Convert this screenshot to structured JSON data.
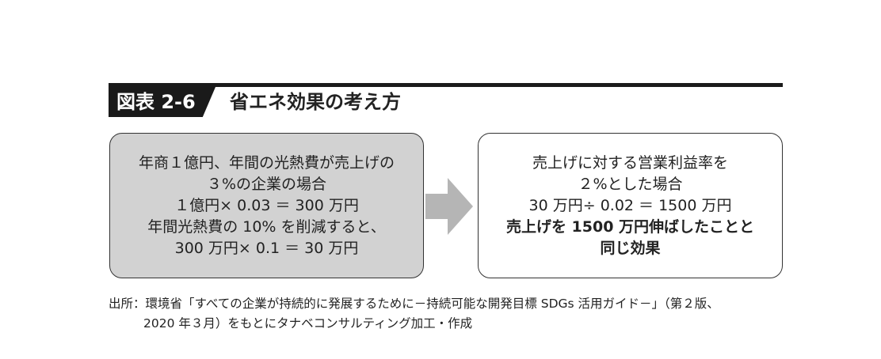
{
  "header": {
    "label": "図表 2-6",
    "title": "省エネ効果の考え方"
  },
  "left_box": {
    "lines": [
      "年商１億円、年間の光熱費が売上げの",
      "３%の企業の場合",
      "１億円× 0.03 ＝ 300 万円",
      "年間光熱費の 10% を削減すると、",
      "300 万円× 0.1 ＝ 30 万円"
    ]
  },
  "right_box": {
    "lines": [
      "売上げに対する営業利益率を",
      "２%とした場合",
      "30 万円÷ 0.02 ＝ 1500 万円"
    ],
    "bold_lines": [
      "売上げを 1500 万円伸ばしたことと",
      "同じ効果"
    ]
  },
  "source": {
    "line1": "出所：環境省「すべての企業が持続的に発展するために－持続可能な開発目標 SDGs 活用ガイド－」（第２版、",
    "line2": "2020 年３月）をもとにタナベコンサルティング加工・作成"
  },
  "colors": {
    "left_fill": "#d2d2d2",
    "arrow": "#b5b5b5",
    "header": "#1a1a1a"
  }
}
